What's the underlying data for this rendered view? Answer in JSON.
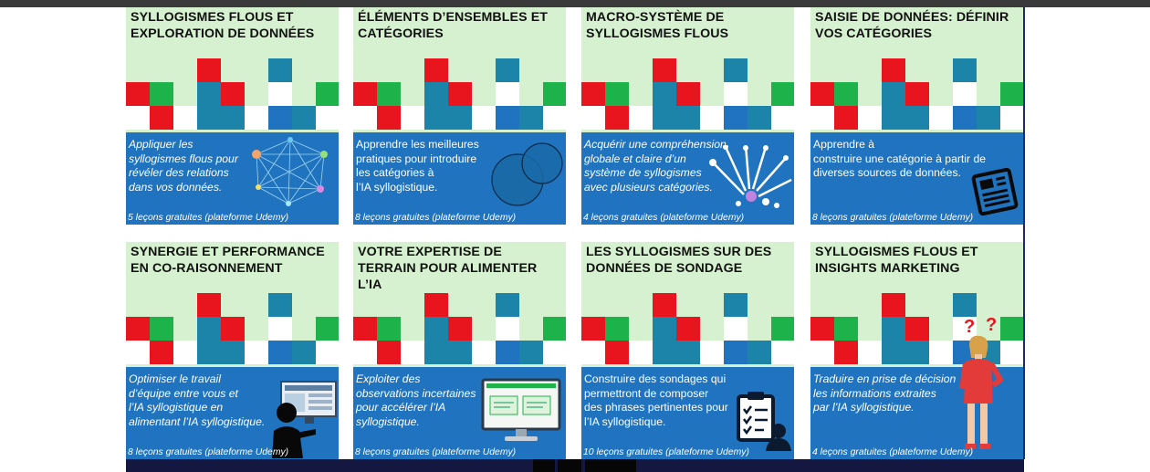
{
  "colors": {
    "card_bg": "#d6f1cf",
    "panel_bg": "#1f73bf",
    "red": "#e8141e",
    "green": "#1db34a",
    "teal": "#1b84a8",
    "blue": "#1f73bf",
    "white": "#ffffff"
  },
  "cards": [
    {
      "title": "SYLLOGISMES FLOUS ET EXPLORATION DE DONNÉES",
      "description": "Appliquer les\nsyllogismes flous pour\nrévéler des relations\ndans vos données.",
      "footer": "5 leçons gratuites (plateforme Udemy)",
      "icon": "network-graph-icon"
    },
    {
      "title": "ÉLÉMENTS D’ENSEMBLES ET CATÉGORIES",
      "description": "Apprendre les meilleures\npratiques pour introduire\nles catégories à\nl’IA syllogistique.",
      "footer": "8 leçons gratuites (plateforme Udemy)",
      "icon": "venn-diagram-icon"
    },
    {
      "title": "MACRO-SYSTÈME DE SYLLOGISMES FLOUS",
      "description": "Acquérir une compréhension\nglobale et claire d’un\nsystème de syllogismes\navec plusieurs catégories.",
      "footer": "4 leçons gratuites (plateforme Udemy)",
      "icon": "converging-arrows-icon"
    },
    {
      "title": "SAISIE DE DONNÉES: DÉFINIR VOS CATÉGORIES",
      "description": "Apprendre à\nconstruire une catégorie à partir de\ndiverses sources de données.",
      "footer": "8 leçons gratuites (plateforme Udemy)",
      "icon": "newspaper-icon"
    },
    {
      "title": "SYNERGIE ET PERFORMANCE EN CO-RAISONNEMENT",
      "description": "Optimiser le travail\nd’équipe entre vous et\nl’IA syllogistique en\nalimentant l’IA syllogistique.",
      "footer": "8 leçons gratuites (plateforme Udemy)",
      "icon": "person-at-computer-icon"
    },
    {
      "title": "VOTRE EXPERTISE DE TERRAIN POUR ALIMENTER L’IA",
      "description": "Exploiter des\nobservations incertaines\npour accélérer l’IA\nsyllogistique.",
      "footer": "8 leçons gratuites (plateforme Udemy)",
      "icon": "monitor-screen-icon"
    },
    {
      "title": "LES SYLLOGISMES SUR DES DONNÉES DE SONDAGE",
      "description": "Construire des sondages qui\npermettront de composer\ndes phrases pertinentes pour\nl’IA syllogistique.",
      "footer": "10 leçons gratuites (plateforme Udemy)",
      "icon": "survey-clipboard-icon"
    },
    {
      "title": "SYLLOGISMES FLOUS ET INSIGHTS MARKETING",
      "description": "Traduire en prise de décision\nles informations extraites\npar l’IA syllogistique.",
      "footer": "4 leçons gratuites (plateforme Udemy)",
      "icon": "thinking-woman-icon"
    }
  ]
}
